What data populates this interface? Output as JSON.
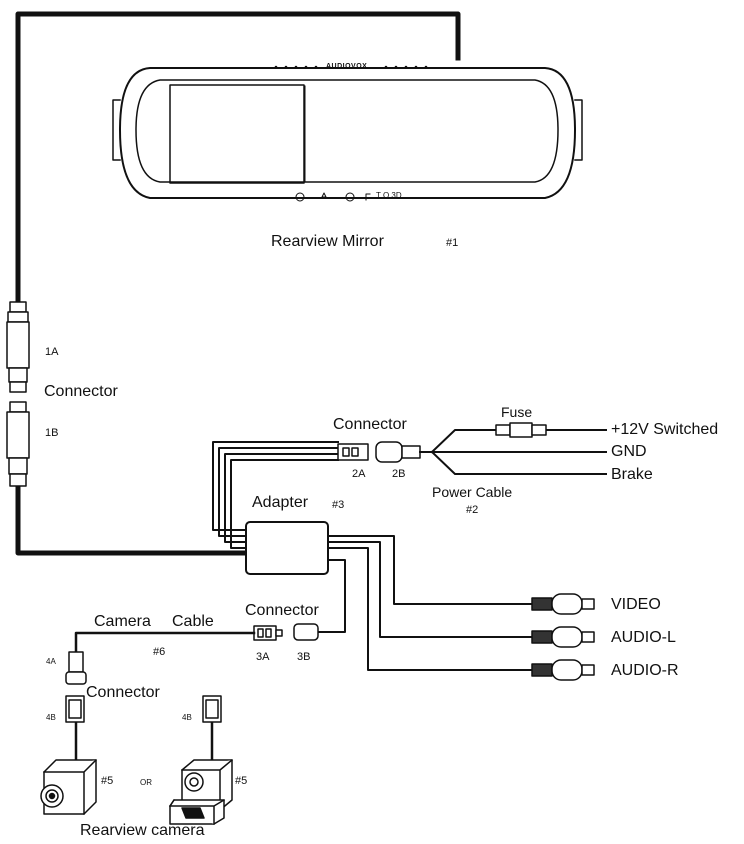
{
  "mirror": {
    "brand": "AUDIOVOX",
    "label": "Rearview Mirror",
    "number": "#1",
    "button_text": "T O 3D"
  },
  "connector_1": {
    "label": "Connector",
    "a": "1A",
    "b": "1B"
  },
  "connector_2": {
    "label": "Connector",
    "a": "2A",
    "b": "2B"
  },
  "fuse": {
    "label": "Fuse"
  },
  "power_outputs": [
    "+12V Switched",
    "GND",
    "Brake"
  ],
  "power_cable": {
    "label": "Power Cable",
    "number": "#2"
  },
  "adapter": {
    "label": "Adapter",
    "number": "#3"
  },
  "av_outputs": [
    "VIDEO",
    "AUDIO-L",
    "AUDIO-R"
  ],
  "connector_3": {
    "label": "Connector",
    "a": "3A",
    "b": "3B"
  },
  "camera_cable": {
    "label_1": "Camera",
    "label_2": "Cable",
    "number": "#6"
  },
  "connector_4": {
    "label": "Connector",
    "a": "4A",
    "b": "4B",
    "b2": "4B"
  },
  "cameras": {
    "left_number": "#5",
    "or": "OR",
    "right_number": "#5",
    "label": "Rearview camera"
  }
}
